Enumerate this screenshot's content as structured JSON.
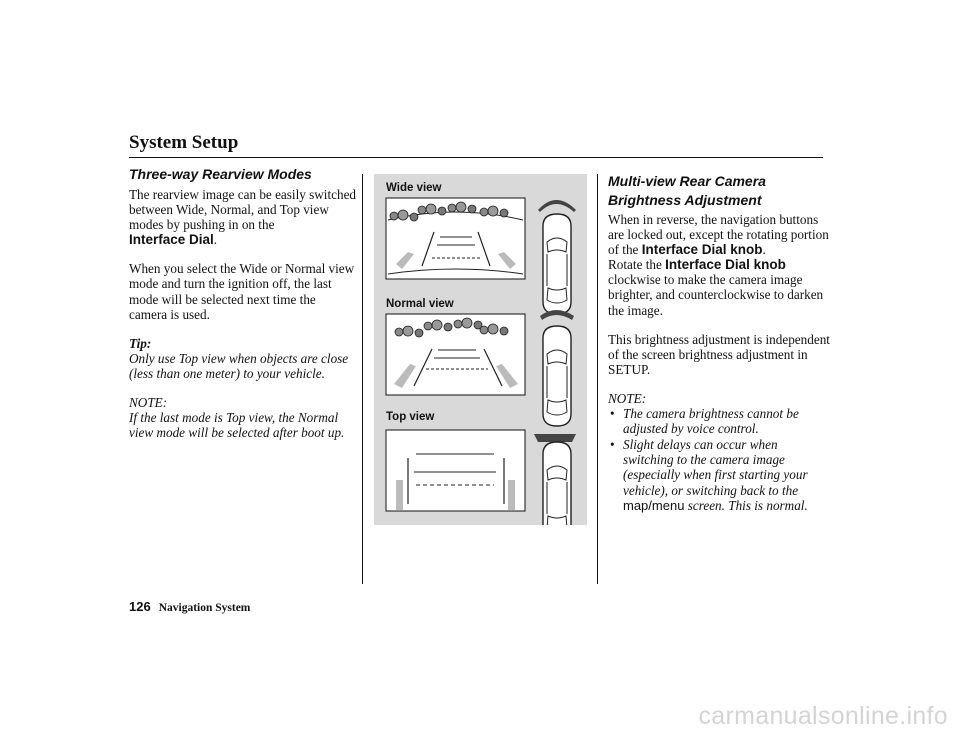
{
  "header": {
    "title": "System Setup"
  },
  "left_column": {
    "heading": "Three-way Rearview Modes",
    "para1_text": "The rearview image can be easily switched between Wide, Normal, and Top view modes by pushing in on the",
    "para1_control": "Interface Dial",
    "para1_end": ".",
    "para2": "When you select the Wide or Normal view mode and turn the ignition off, the last mode will be selected next time the camera is used.",
    "tip_label": "Tip:",
    "tip_text": "Only use Top view when objects are close (less than one meter) to your vehicle.",
    "note_label": "NOTE:",
    "note_text": "If the last mode is Top view, the Normal view mode will be selected after boot up."
  },
  "figure": {
    "wide_label": "Wide view",
    "normal_label": "Normal view",
    "top_label": "Top view"
  },
  "right_column": {
    "heading_line1": "Multi-view Rear Camera",
    "heading_line2": "Brightness Adjustment",
    "p1_a": "When in reverse, the navigation buttons are locked out, except the rotating portion of the",
    "p1_control": "Interface Dial knob",
    "p1_b": ".",
    "p1_c": "Rotate the",
    "p1_control2": "Interface Dial knob",
    "p1_d": "clockwise to make the camera image brighter, and counterclockwise to darken the image.",
    "p2": "This brightness adjustment is independent of the screen brightness adjustment in SETUP.",
    "note_label": "NOTE:",
    "bullet1": "The camera brightness cannot be adjusted by voice control.",
    "bullet2_a": "Slight delays can occur when switching to the camera image (especially when first starting your vehicle), or switching back to the",
    "bullet2_screen": "map/menu",
    "bullet2_b": "screen. This is normal."
  },
  "footer": {
    "page_number": "126",
    "title": "Navigation System"
  },
  "watermark": "carmanualsonline.info"
}
